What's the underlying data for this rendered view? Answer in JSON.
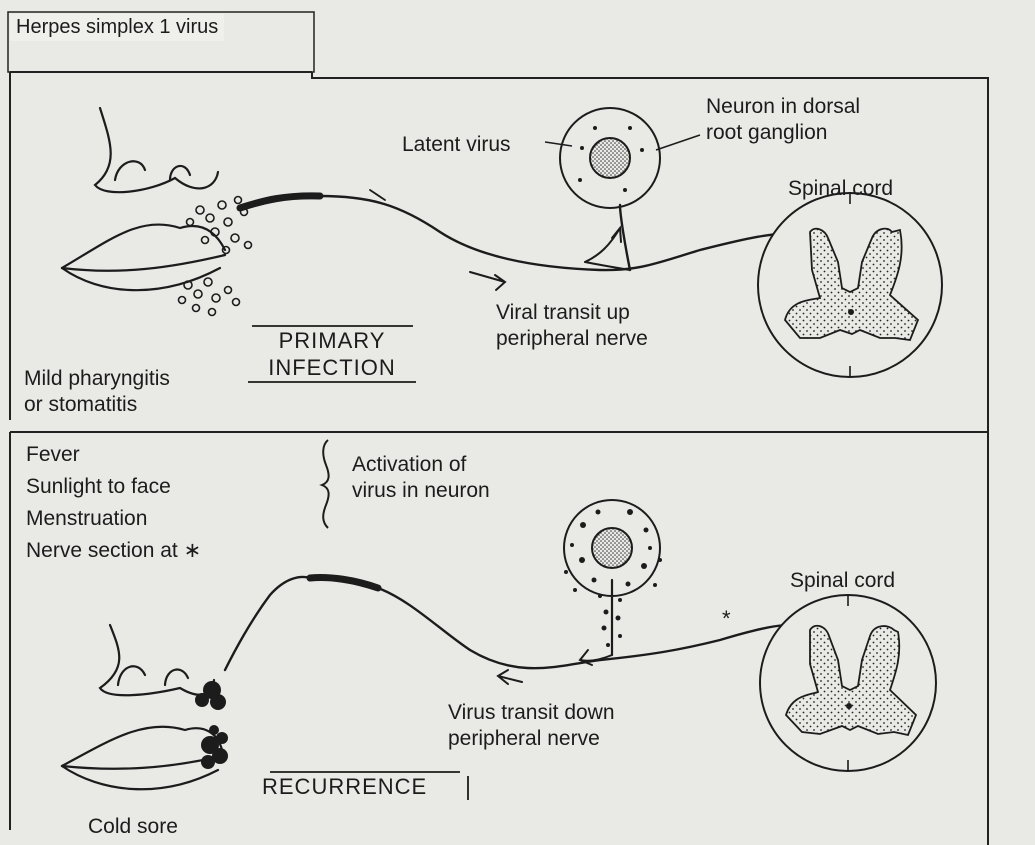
{
  "title": "Herpes simplex 1 virus",
  "primary": {
    "heading_line1": "PRIMARY",
    "heading_line2": "INFECTION",
    "latent_label": "Latent virus",
    "neuron_label": "Neuron in dorsal\nroot ganglion",
    "spinal_cord": "Spinal cord",
    "transit_label": "Viral transit up\nperipheral nerve",
    "symptom_label": "Mild pharyngitis\nor stomatitis"
  },
  "recurrence": {
    "heading": "RECURRENCE",
    "triggers": [
      "Fever",
      "Sunlight to face",
      "Menstruation",
      "Nerve section at ∗"
    ],
    "activation_label": "Activation of\nvirus in neuron",
    "spinal_cord": "Spinal cord",
    "asterisk": "*",
    "transit_label": "Virus transit down\nperipheral nerve",
    "symptom_label": "Cold sore"
  }
}
